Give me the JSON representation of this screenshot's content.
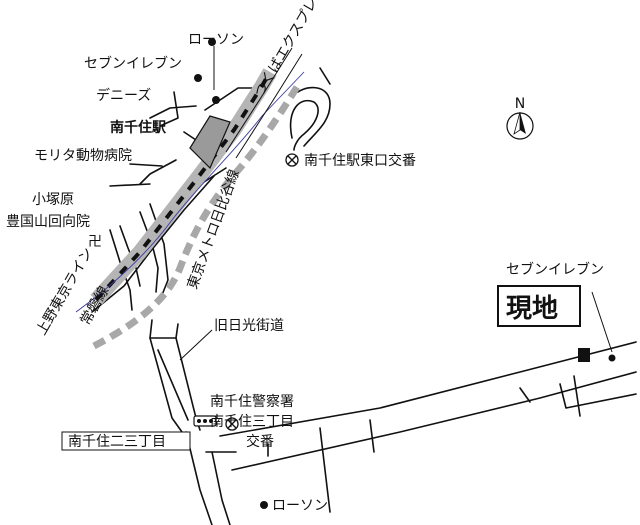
{
  "labels": {
    "lawson_top": "ローソン",
    "seven_top": "セブンイレブン",
    "dennys": "デニーズ",
    "station": "南千住駅",
    "morita": "モリタ動物病院",
    "kozukahara": "小塚原",
    "ekoin": "豊国山回向院",
    "temple_symbol": "卍",
    "tsukuba": "つくばエクスプレス",
    "koban_east": "南千住駅東口交番",
    "hibiya": "東京メトロ日比谷線",
    "ueno_tokyo": "上野東京ライン",
    "joban": "常磐線",
    "kyu_nikko": "旧日光街道",
    "police": "南千住警察署",
    "koban_3": "南千住三丁目",
    "koban_3b": "交番",
    "intersection": "南千住二三丁目",
    "lawson_bottom": "ローソン",
    "seven_right": "セブンイレブン",
    "site": "現地",
    "north": "N"
  },
  "colors": {
    "ink": "#111111",
    "rail_gray": "#b5b5b5",
    "station_fill": "#9a9a9a",
    "hibiya_dash": "#a8a8a8",
    "metro_line": "#3a3aa0"
  }
}
